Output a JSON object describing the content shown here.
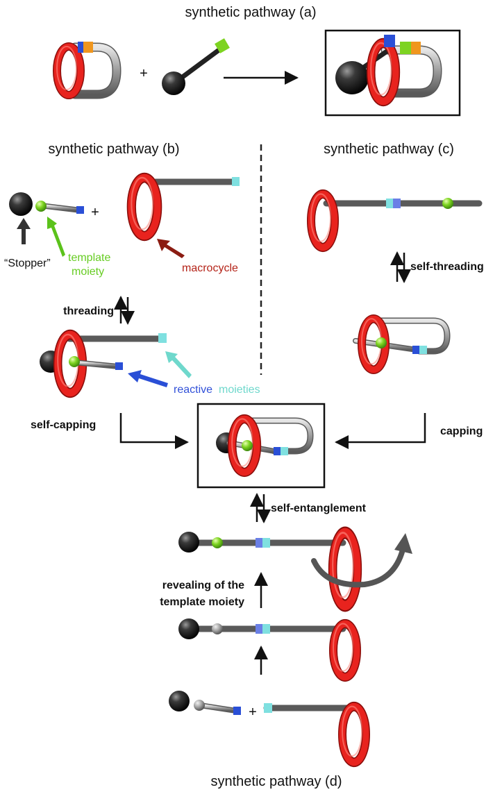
{
  "titles": {
    "a": "synthetic pathway (a)",
    "b": "synthetic pathway (b)",
    "c": "synthetic pathway (c)",
    "d": "synthetic pathway (d)"
  },
  "symbols": {
    "plus": "+"
  },
  "labels": {
    "stopper": "“Stopper”",
    "template_line1": "template",
    "template_line2": "moiety",
    "macrocycle": "macrocycle",
    "reactive": "reactive",
    "moieties": "moieties"
  },
  "steps": {
    "threading": "threading",
    "self_threading": "self-threading",
    "self_capping": "self-capping",
    "capping": "capping",
    "self_entanglement": "self-entanglement",
    "revealing_line1": "revealing of the",
    "revealing_line2": "template moiety"
  },
  "colors": {
    "ring_red": "#e8231e",
    "ring_dark": "#a80f0c",
    "rod_gray": "#9a9a9a",
    "stopper_black": "#1e1e1e",
    "template_green": "#7dd321",
    "label_green": "#66cc22",
    "reactive_blue": "#2a4fd6",
    "reactive_cyan": "#7fe0e0",
    "orange": "#f0961e",
    "macrocycle_label": "#b42318",
    "reactive_label": "#3050d8",
    "moieties_label": "#6fd8cc"
  }
}
